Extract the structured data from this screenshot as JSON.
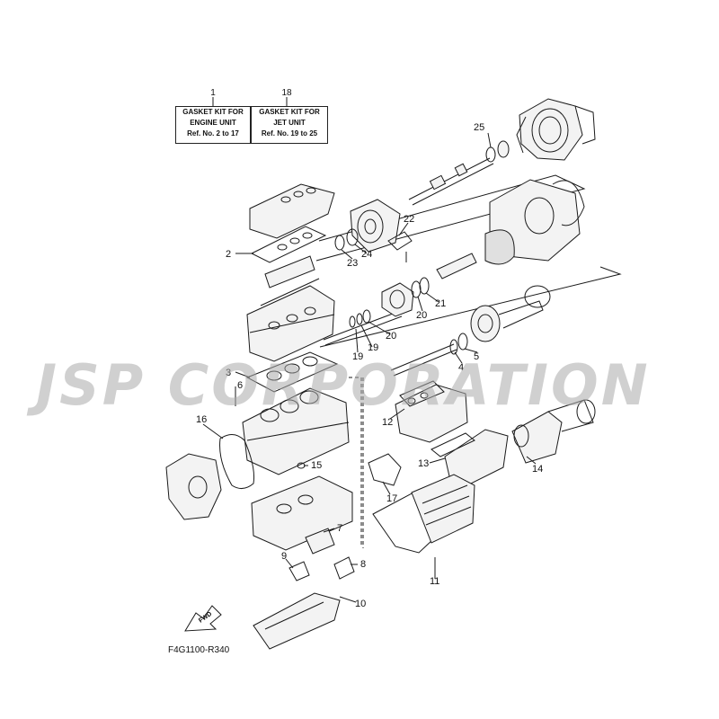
{
  "kits": [
    {
      "ref": "1",
      "line1": "GASKET KIT FOR",
      "line2": "ENGINE UNIT",
      "line3": "Ref. No. 2 to 17"
    },
    {
      "ref": "18",
      "line1": "GASKET KIT FOR",
      "line2": "JET UNIT",
      "line3": "Ref. No. 19 to 25"
    }
  ],
  "callouts": [
    "2",
    "3",
    "4",
    "5",
    "6",
    "7",
    "8",
    "9",
    "10",
    "11",
    "12",
    "13",
    "14",
    "15",
    "16",
    "17",
    "19",
    "19",
    "20",
    "20",
    "21",
    "22",
    "23",
    "24",
    "25"
  ],
  "diagram_code": "F4G1100-R340",
  "watermark": "JSP CORPORATION",
  "fwd_label": "FWD",
  "colors": {
    "line": "#1a1a1a",
    "part_fill": "#f3f3f3",
    "shade": "#9a9a9a",
    "watermark": "#aaaaaa"
  }
}
